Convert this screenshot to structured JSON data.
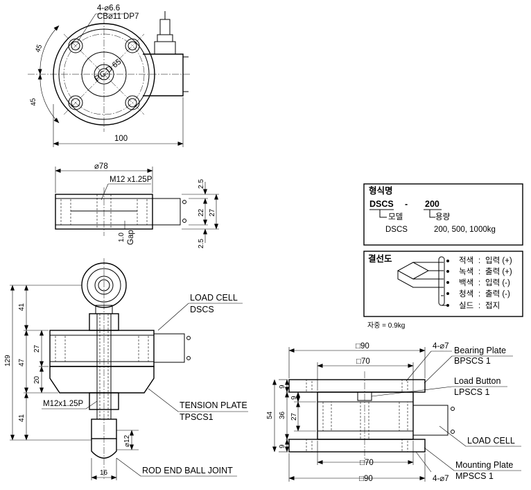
{
  "top_view": {
    "hole_note_line1": "4-⌀6.6",
    "hole_note_line2": "CB⌀11 DP7",
    "pcd": "P.C.D 65",
    "angle_top": "45",
    "angle_bottom": "45",
    "width": "100"
  },
  "front_view": {
    "diameter": "⌀78",
    "thread": "M12 x1.25P",
    "dim_top": "2.5",
    "dim_mid": "22",
    "dim_total": "27",
    "dim_bottom": "2.5",
    "gap_value": "1.0",
    "gap_label": "Gap"
  },
  "tension_assembly": {
    "load_cell_label": "LOAD CELL",
    "load_cell_model": "DSCS",
    "tension_plate_label": "TENSION PLATE",
    "tension_plate_model": "TPSCS1",
    "rod_end_label": "ROD END BALL JOINT",
    "thread": "M12x1.25P",
    "dim_total": "129",
    "dim_top": "41",
    "dim_mid": "47",
    "dim_inner_27": "27",
    "dim_inner_20": "20",
    "dim_bottom": "41",
    "rod_diameter": "⌀12",
    "rod_width": "16"
  },
  "model_box": {
    "title": "형식명",
    "model_code": "DSCS",
    "separator": "-",
    "capacity_code": "200",
    "model_label": "모델",
    "capacity_label": "용량",
    "model_value": "DSCS",
    "capacity_values": "200, 500, 1000kg"
  },
  "wiring_box": {
    "title": "결선도",
    "wires": [
      {
        "color": "적색",
        "sep": ":",
        "function": "입력 (+)"
      },
      {
        "color": "녹색",
        "sep": ":",
        "function": "출력 (+)"
      },
      {
        "color": "백색",
        "sep": ":",
        "function": "입력 (-)"
      },
      {
        "color": "청색",
        "sep": ":",
        "function": "출력 (-)"
      },
      {
        "color": "실드",
        "sep": ":",
        "function": "접지"
      }
    ]
  },
  "weight_note": "자중 = 0.9kg",
  "compression_assembly": {
    "top_square": "□90",
    "top_inner_square": "□70",
    "top_holes": "4-⌀7",
    "bearing_plate_label": "Bearing Plate",
    "bearing_plate_model": "BPSCS 1",
    "load_button_label": "Load Button",
    "load_button_model": "LPSCS 1",
    "load_cell_label": "LOAD CELL",
    "mounting_plate_label": "Mounting Plate",
    "mounting_plate_model": "MPSCS 1",
    "bottom_inner_square": "□70",
    "bottom_square": "□90",
    "bottom_holes": "4-⌀7",
    "dim_total": "54",
    "dim_top": "9",
    "dim_9b": "9",
    "dim_36": "36",
    "dim_27": "27",
    "dim_bottom": "9"
  }
}
